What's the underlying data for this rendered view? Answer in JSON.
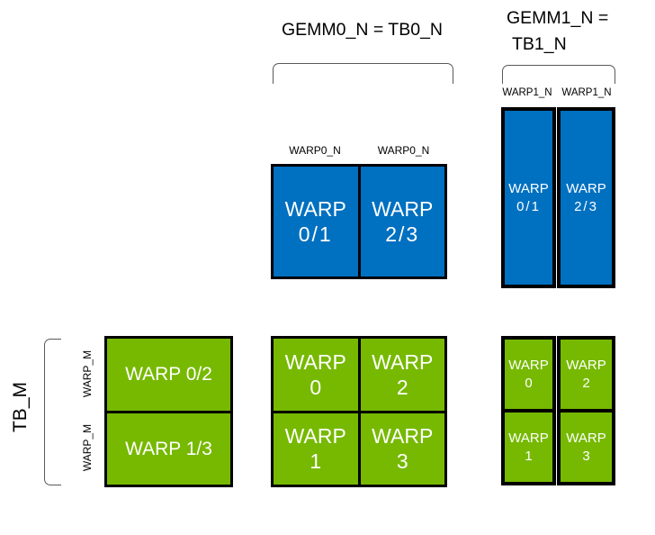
{
  "colors": {
    "blue": "#0070c0",
    "green": "#76b900",
    "border": "#000000",
    "bracket": "#595959",
    "label_text": "#000000",
    "cell_text": "#ffffff"
  },
  "labels": {
    "gemm0": "GEMM0_N = TB0_N",
    "gemm1_line1": "GEMM1_N =",
    "gemm1_line2": "TB1_N",
    "tb_m": "TB_M",
    "warp_m_top": "WARP_M",
    "warp_m_bottom": "WARP_M",
    "warp0_n_left": "WARP0_N",
    "warp0_n_right": "WARP0_N",
    "warp1_n_left": "WARP1_N",
    "warp1_n_right": "WARP1_N"
  },
  "blocks": {
    "blue_center": {
      "cells": [
        {
          "line1": "WARP",
          "line2": "0/1"
        },
        {
          "line1": "WARP",
          "line2": "2/3"
        }
      ]
    },
    "blue_right": {
      "cells": [
        {
          "line1": "WARP",
          "line2": "0/1"
        },
        {
          "line1": "WARP",
          "line2": "2/3"
        }
      ]
    },
    "green_left": {
      "rows": [
        "WARP 0/2",
        "WARP 1/3"
      ]
    },
    "green_center": {
      "cells": [
        {
          "line1": "WARP",
          "line2": "0"
        },
        {
          "line1": "WARP",
          "line2": "2"
        },
        {
          "line1": "WARP",
          "line2": "1"
        },
        {
          "line1": "WARP",
          "line2": "3"
        }
      ]
    },
    "green_right": {
      "cells": [
        {
          "line1": "WARP",
          "line2": "0"
        },
        {
          "line1": "WARP",
          "line2": "2"
        },
        {
          "line1": "WARP",
          "line2": "1"
        },
        {
          "line1": "WARP",
          "line2": "3"
        }
      ]
    }
  }
}
